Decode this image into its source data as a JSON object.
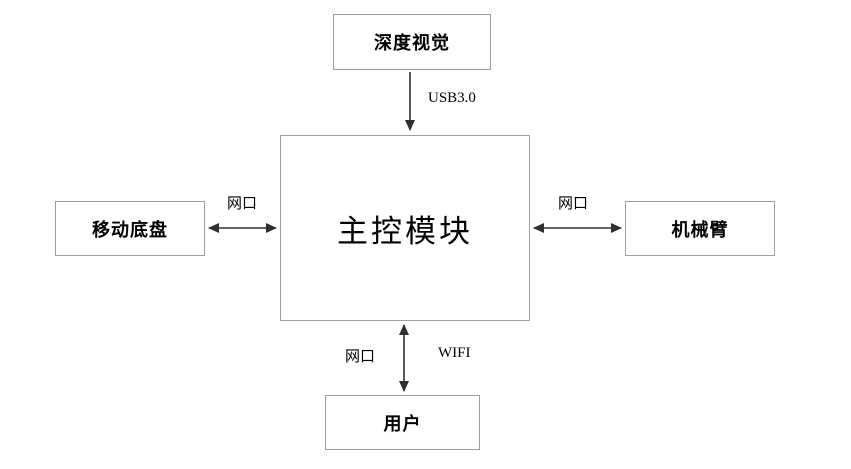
{
  "diagram": {
    "title": "robot system architecture block diagram",
    "nodes": {
      "depth_vision": {
        "label": "深度视觉"
      },
      "main_control": {
        "label": "主控模块"
      },
      "mobile_chassis": {
        "label": "移动底盘"
      },
      "robot_arm": {
        "label": "机械臂"
      },
      "user": {
        "label": "用户"
      }
    },
    "edges": {
      "usb": {
        "label": "USB3.0",
        "from": "depth_vision",
        "to": "main_control",
        "direction": "one-way"
      },
      "port_left": {
        "label": "网口",
        "from": "mobile_chassis",
        "to": "main_control",
        "direction": "two-way"
      },
      "port_right": {
        "label": "网口",
        "from": "main_control",
        "to": "robot_arm",
        "direction": "two-way"
      },
      "port_bottom": {
        "label": "网口",
        "from": "main_control",
        "to": "user",
        "direction": "two-way"
      },
      "wifi": {
        "label": "WIFI",
        "from": "main_control",
        "to": "user",
        "direction": "two-way"
      }
    },
    "colors": {
      "background": "#ffffff",
      "box_border": "#9e9e9e",
      "arrow": "#2f2f2f",
      "text": "#000000"
    }
  }
}
